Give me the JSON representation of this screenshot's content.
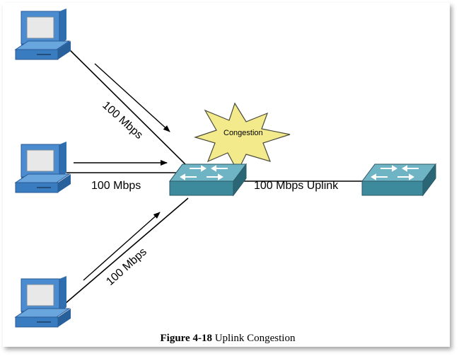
{
  "links": {
    "top_pc_speed": "100 Mbps",
    "middle_pc_speed": "100 Mbps",
    "bottom_pc_speed": "100 Mbps",
    "uplink_speed": "100 Mbps Uplink"
  },
  "congestion_label": "Congestion",
  "caption": {
    "number": "Figure 4-18",
    "title": "Uplink Congestion"
  },
  "colors": {
    "device_face": "#3d8a9c",
    "device_top": "#6fb4c4",
    "device_side": "#2a6676",
    "pc_blue": "#4a8ccf",
    "star_fill": "#f3ea8c"
  },
  "icons": [
    "pc-icon",
    "switch-icon",
    "congestion-star-icon",
    "arrow-icon"
  ]
}
